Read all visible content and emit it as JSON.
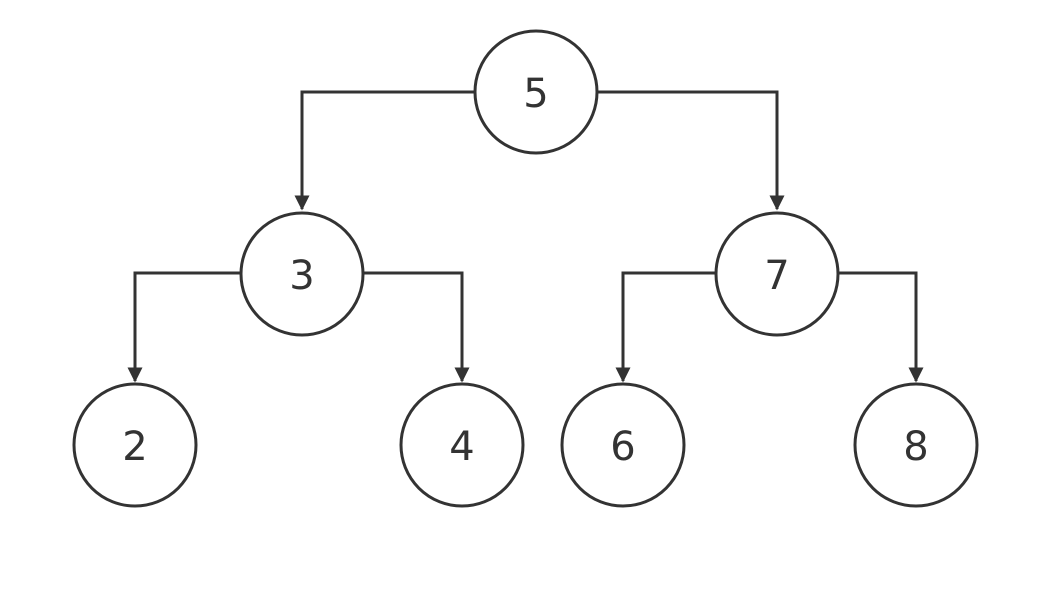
{
  "diagram": {
    "type": "binary-search-tree",
    "line_color": "#333333",
    "nodes": [
      {
        "id": "n5",
        "label": "5"
      },
      {
        "id": "n3",
        "label": "3"
      },
      {
        "id": "n7",
        "label": "7"
      },
      {
        "id": "n2",
        "label": "2"
      },
      {
        "id": "n4",
        "label": "4"
      },
      {
        "id": "n6",
        "label": "6"
      },
      {
        "id": "n8",
        "label": "8"
      }
    ],
    "edges": [
      {
        "from": "n5",
        "to": "n3"
      },
      {
        "from": "n5",
        "to": "n7"
      },
      {
        "from": "n3",
        "to": "n2"
      },
      {
        "from": "n3",
        "to": "n4"
      },
      {
        "from": "n7",
        "to": "n6"
      },
      {
        "from": "n7",
        "to": "n8"
      }
    ]
  }
}
